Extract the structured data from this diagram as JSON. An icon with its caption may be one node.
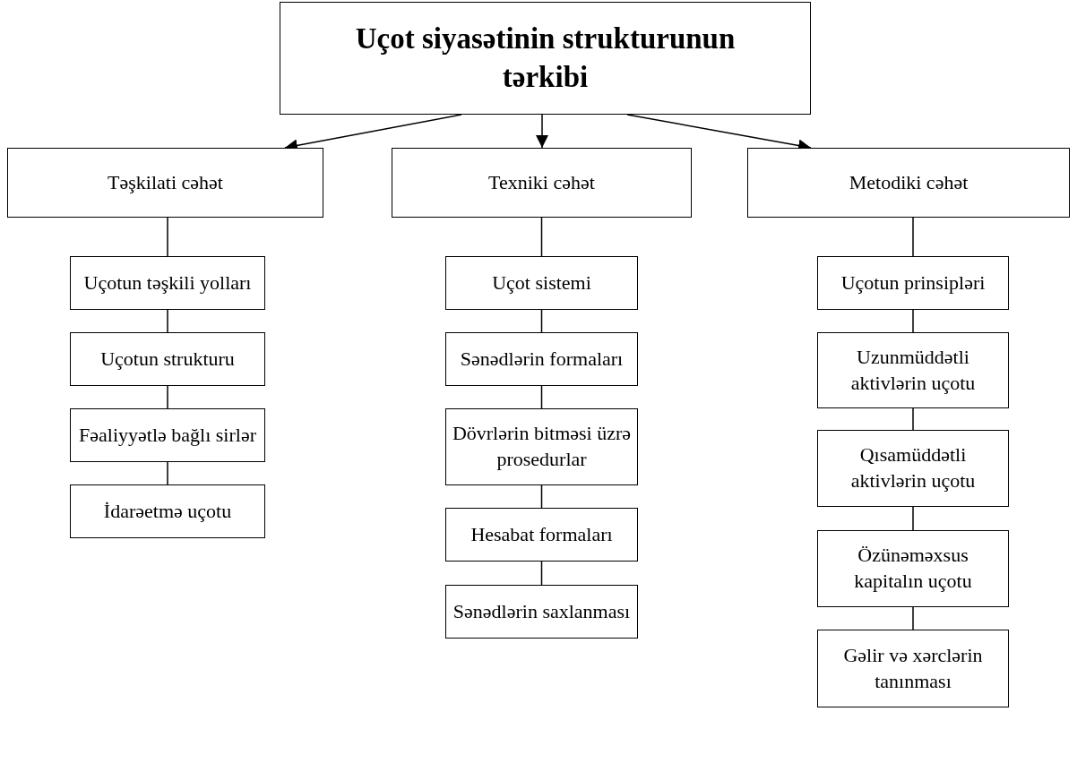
{
  "diagram": {
    "nodes": [
      {
        "text": [
          "Uçot siyasətinin strukturunun tərkibi"
        ]
      },
      {
        "text": [
          "Təşkilati cəhət"
        ]
      },
      {
        "text": [
          "Texniki cəhət"
        ]
      },
      {
        "text": [
          "Metodiki cəhət"
        ]
      },
      {
        "text": [
          "Uçotun təşkili yolları"
        ]
      },
      {
        "text": [
          "Uçotun strukturu"
        ]
      },
      {
        "text": [
          "Fəaliyyətlə bağlı sirlər"
        ]
      },
      {
        "text": [
          "İdarəetmə uçotu"
        ]
      },
      {
        "text": [
          "Uçot sistemi"
        ]
      },
      {
        "text": [
          "Sənədlərin formaları"
        ]
      },
      {
        "text": [
          "Dövrlərin bitməsi üzrə prosedurlar"
        ]
      },
      {
        "text": [
          "Hesabat formaları"
        ]
      },
      {
        "text": [
          "Sənədlərin saxlanması"
        ]
      },
      {
        "text": [
          "Uçotun prinsipləri"
        ]
      },
      {
        "text": [
          "Uzunmüddətli aktivlərin uçotu"
        ]
      },
      {
        "text": [
          "Qısamüddətli aktivlərin uçotu"
        ]
      },
      {
        "text": [
          "Özünəməxsus kapitalın uçotu"
        ]
      },
      {
        "text": [
          "Gəlir və xərclərin tanınması"
        ]
      }
    ],
    "edges": [
      {
        "from": 0,
        "to": 1,
        "arrow": "to"
      },
      {
        "from": 0,
        "to": 2,
        "arrow": "to"
      },
      {
        "from": 0,
        "to": 3,
        "arrow": "to"
      },
      {
        "from": 1,
        "to": 4,
        "arrow": "none"
      },
      {
        "from": 4,
        "to": 5,
        "arrow": "none"
      },
      {
        "from": 5,
        "to": 6,
        "arrow": "none"
      },
      {
        "from": 6,
        "to": 7,
        "arrow": "none"
      },
      {
        "from": 2,
        "to": 8,
        "arrow": "none"
      },
      {
        "from": 8,
        "to": 9,
        "arrow": "none"
      },
      {
        "from": 9,
        "to": 10,
        "arrow": "none"
      },
      {
        "from": 10,
        "to": 11,
        "arrow": "none"
      },
      {
        "from": 11,
        "to": 12,
        "arrow": "none"
      },
      {
        "from": 3,
        "to": 13,
        "arrow": "none"
      },
      {
        "from": 13,
        "to": 14,
        "arrow": "none"
      },
      {
        "from": 14,
        "to": 15,
        "arrow": "none"
      },
      {
        "from": 15,
        "to": 16,
        "arrow": "none"
      },
      {
        "from": 16,
        "to": 17,
        "arrow": "none"
      }
    ]
  }
}
